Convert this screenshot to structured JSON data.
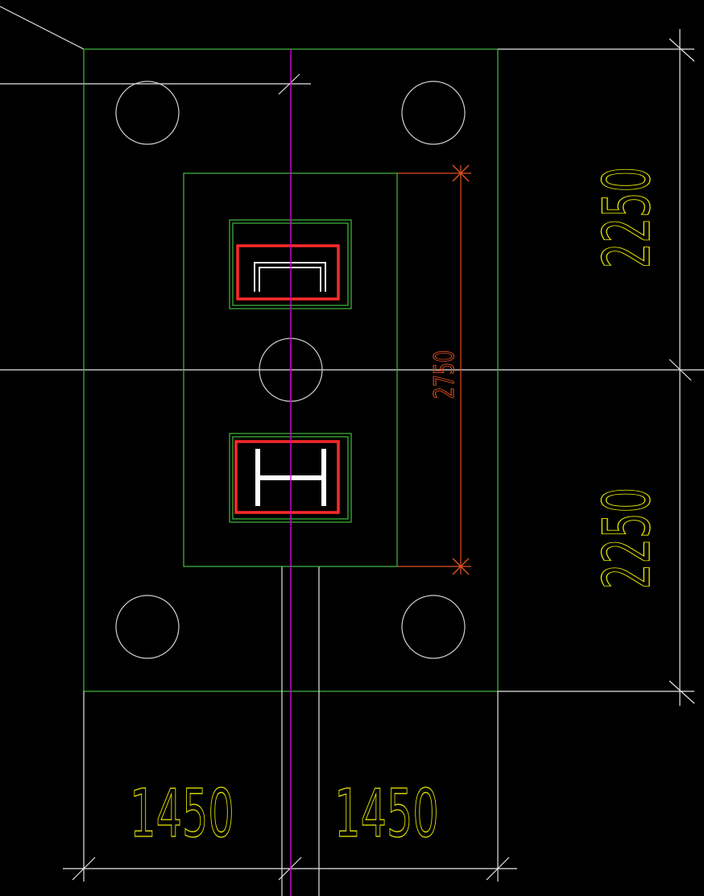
{
  "drawing": {
    "background": "#000000",
    "colors": {
      "outline_green": "#3fbf3f",
      "white_lines": "#e6e6e6",
      "center_magenta": "#d300d3",
      "dim_yellow": "#e6e600",
      "dim_orange": "#e05020",
      "column_red": "#ff2a2a"
    }
  },
  "dimensions": {
    "right_top": "2250",
    "right_bottom": "2250",
    "bottom_left": "1450",
    "bottom_right": "1450",
    "inner_height": "2750"
  },
  "pile_caps": {
    "pile_count": 5
  },
  "columns": {
    "upper_profile": "channel-icon",
    "lower_profile": "h-beam-icon"
  }
}
